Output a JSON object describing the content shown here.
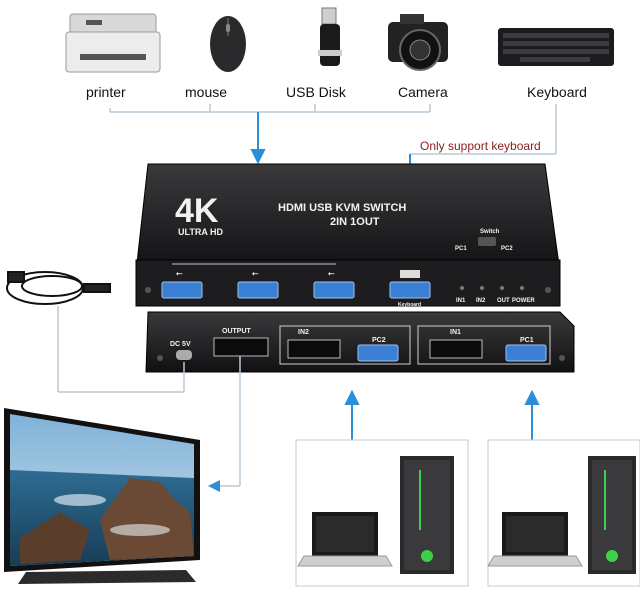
{
  "peripherals": {
    "printer": "printer",
    "mouse": "mouse",
    "usb_disk": "USB Disk",
    "camera": "Camera",
    "keyboard": "Keyboard"
  },
  "note": "Only support keyboard",
  "device_top": {
    "logo_big": "4K",
    "logo_small": "ULTRA HD",
    "title_line1": "HDMI  USB KVM SWITCH",
    "title_line2": "2IN 1OUT",
    "switch_label": "Switch",
    "pc1": "PC1",
    "pc2": "PC2",
    "keyboard_port": "Keyboard",
    "leds": [
      "IN1",
      "IN2",
      "OUT",
      "POWER"
    ],
    "usb_symbol": "⭠"
  },
  "device_back": {
    "dc": "DC 5V",
    "output": "OUTPUT",
    "in2": "IN2",
    "pc2": "PC2",
    "in1": "IN1",
    "pc1": "PC1"
  },
  "colors": {
    "arrow": "#2a8fd8",
    "line": "#b9c8d6",
    "device": "#1d1d1f",
    "usb_port": "#3b7fd4"
  }
}
